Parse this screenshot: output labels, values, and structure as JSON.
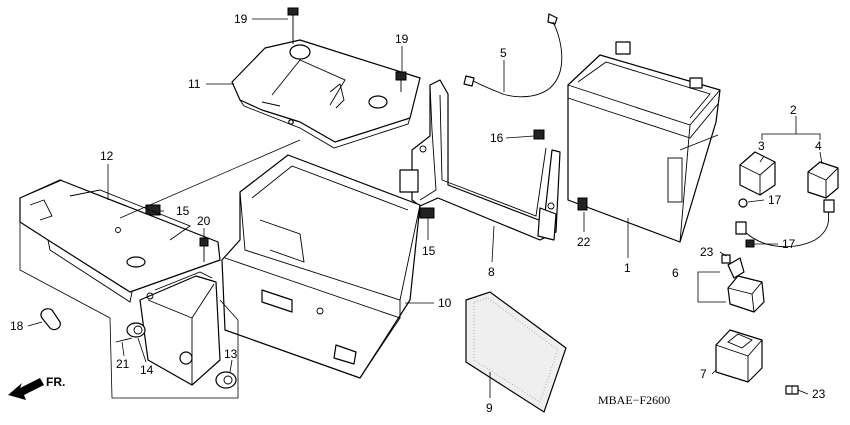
{
  "diagram": {
    "code": "MBAE−F2600",
    "direction": "FR.",
    "callouts": {
      "c1": "1",
      "c2": "2",
      "c3": "3",
      "c4": "4",
      "c5": "5",
      "c6": "6",
      "c7": "7",
      "c8": "8",
      "c9": "9",
      "c10": "10",
      "c11": "11",
      "c12": "12",
      "c13": "13",
      "c14": "14",
      "c15a": "15",
      "c15b": "15",
      "c16": "16",
      "c17a": "17",
      "c17b": "17",
      "c18": "18",
      "c19a": "19",
      "c19b": "19",
      "c20": "20",
      "c21": "21",
      "c22": "22",
      "c23a": "23",
      "c23b": "23"
    }
  }
}
